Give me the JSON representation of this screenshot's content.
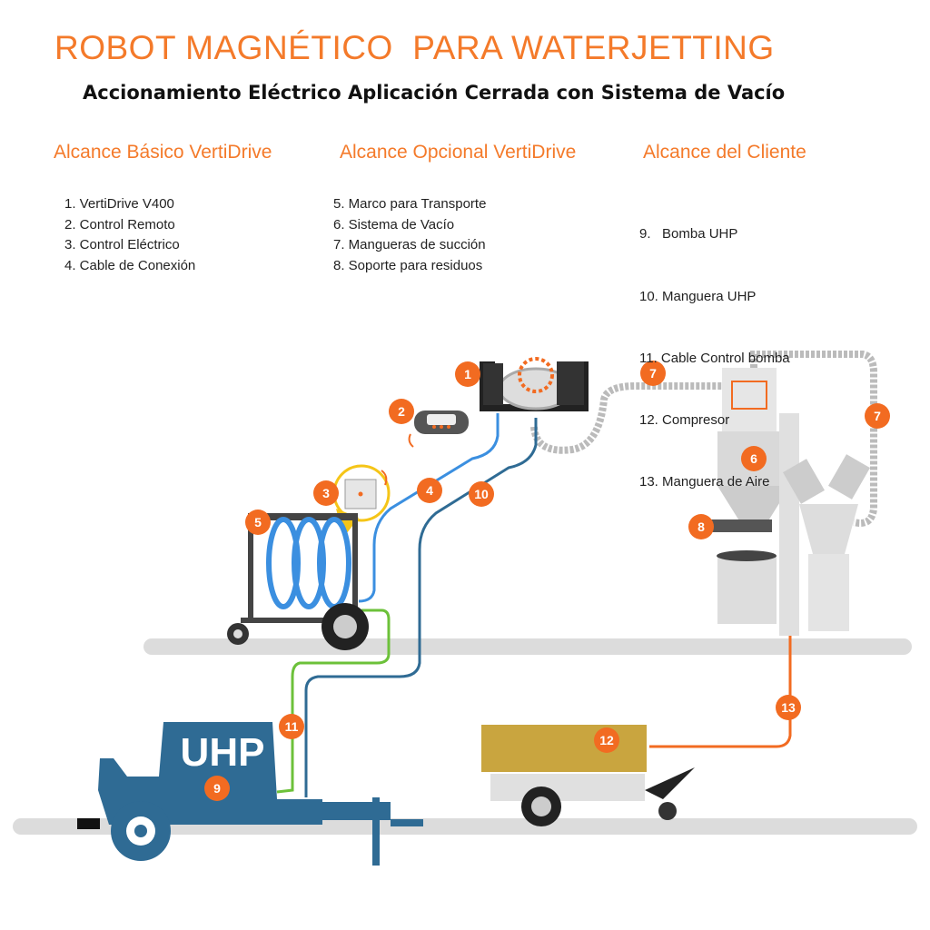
{
  "title": "ROBOT MAGNÉTICO  PARA WATERJETTING",
  "subtitle": "Accionamiento Eléctrico Aplicación Cerrada con Sistema de Vacío",
  "columns": [
    {
      "heading": "Alcance Básico VertiDrive",
      "items": [
        "1. VertiDrive V400",
        "2. Control Remoto",
        "3. Control Eléctrico",
        "4. Cable de Conexión"
      ]
    },
    {
      "heading": "Alcance Opcional VertiDrive",
      "items": [
        "5. Marco para Transporte",
        "6. Sistema de Vacío",
        "7. Mangueras de succión",
        "8. Soporte para residuos"
      ]
    },
    {
      "heading": "Alcance del Cliente",
      "items": [
        "9.   Bomba UHP",
        "10. Manguera UHP",
        "11. Cable Control bomba",
        "12. Compresor",
        "13. Manguera de Aire"
      ]
    }
  ],
  "diagram": {
    "pump_label": "UHP",
    "badges": [
      "1",
      "2",
      "3",
      "4",
      "5",
      "6",
      "7",
      "7",
      "8",
      "9",
      "10",
      "11",
      "12",
      "13"
    ],
    "colors": {
      "accent": "#f26b21",
      "pump": "#2f6b94",
      "cable": "#3b8fe0",
      "uhp_hose": "#2f6b94",
      "pump_cable": "#6cc13a",
      "air_hose": "#f26b21",
      "ground": "#dcdcdc",
      "compressor": "#c9a53f"
    }
  }
}
